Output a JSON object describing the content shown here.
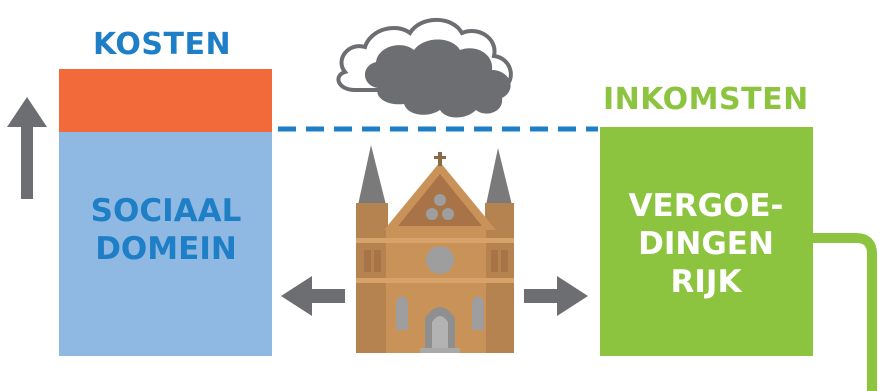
{
  "costs": {
    "title": "KOSTEN",
    "box_line1": "SOCIAAL",
    "box_line2": "DOMEIN",
    "increase_color": "#f26a3a",
    "box_color": "#8fb9e3"
  },
  "income": {
    "title": "INKOMSTEN",
    "box_line1": "VERGOE-",
    "box_line2": "DINGEN",
    "box_line3": "RIJK",
    "box_color": "#8cc43f"
  },
  "colors": {
    "title_blue": "#1e7fc6",
    "title_green": "#8cc43f",
    "arrow_gray": "#6d6e71",
    "cloud_gray": "#6d6e71",
    "church_brown": "#b5834f"
  },
  "icons": [
    "up-arrow-icon",
    "cloud-icon",
    "church-icon",
    "left-arrow-icon",
    "right-arrow-icon",
    "pipe-line-icon",
    "dashed-line"
  ]
}
